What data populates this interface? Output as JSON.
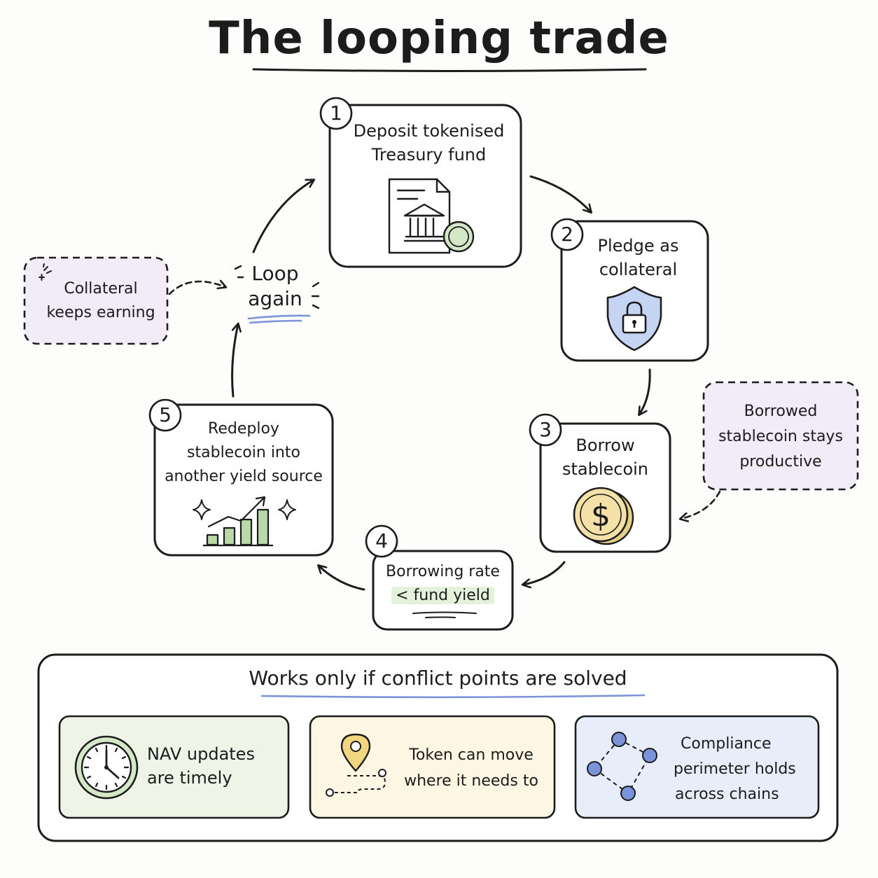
{
  "title": "The looping trade",
  "steps": [
    {
      "number": "1",
      "line1": "Deposit tokenised",
      "line2": "Treasury fund"
    },
    {
      "number": "2",
      "line1": "Pledge as",
      "line2": "collateral"
    },
    {
      "number": "3",
      "line1": "Borrow",
      "line2": "stablecoin"
    },
    {
      "number": "4",
      "line1": "Borrowing rate",
      "line2": "< fund yield"
    },
    {
      "number": "5",
      "line1": "Redeploy",
      "line2": "stablecoin into",
      "line3": "another yield source"
    }
  ],
  "loop": {
    "line1": "Loop",
    "line2": "again"
  },
  "notes": {
    "collateral": {
      "line1": "Collateral",
      "line2": "keeps earning"
    },
    "borrowed": {
      "line1": "Borrowed",
      "line2": "stablecoin stays",
      "line3": "productive"
    }
  },
  "conditions": {
    "heading": "Works only if conflict points are solved",
    "items": [
      {
        "line1": "NAV updates",
        "line2": "are timely",
        "icon": "clock-icon"
      },
      {
        "line1": "Token can move",
        "line2": "where it needs to",
        "icon": "location-pin-icon"
      },
      {
        "line1": "Compliance",
        "line2": "perimeter holds",
        "line3": "across chains",
        "icon": "network-nodes-icon"
      }
    ]
  },
  "colors": {
    "ink": "#1c1c1c",
    "note_fill": "#f1ecf7",
    "green_fill": "#eef5e6",
    "yellow_fill": "#fdf6e3",
    "blue_fill": "#e8eef9",
    "accent_blue": "#7b93d9",
    "shield_blue": "#c5d4f2",
    "coin_gold": "#f3e1a8",
    "chart_green": "#b9d9a8"
  }
}
